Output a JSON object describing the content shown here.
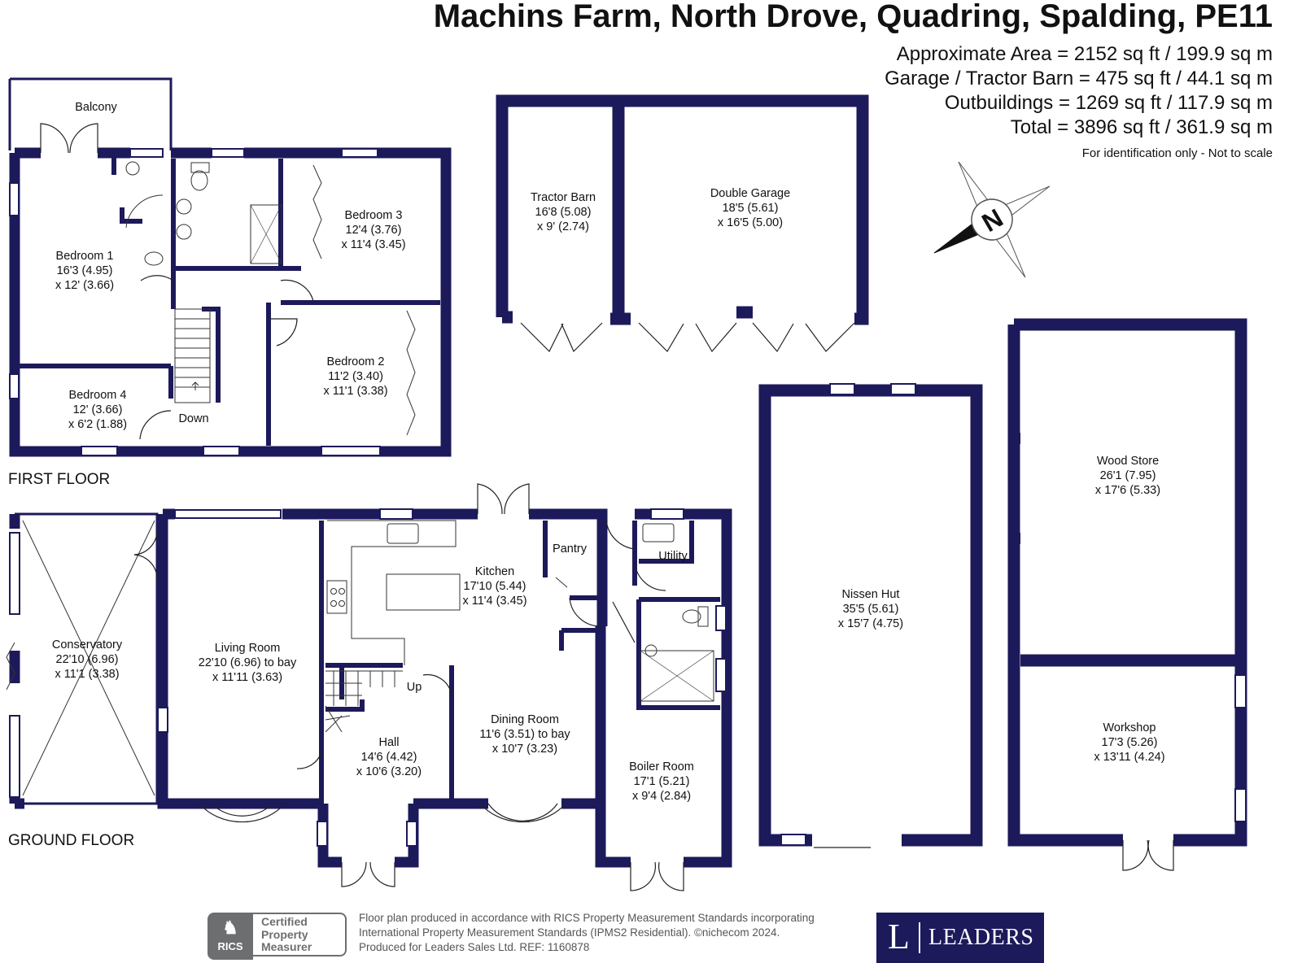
{
  "header": {
    "address": "Machins Farm, North Drove, Quadring, Spalding, PE11",
    "areas": [
      "Approximate Area = 2152 sq ft / 199.9 sq m",
      "Garage / Tractor Barn = 475 sq ft / 44.1 sq m",
      "Outbuildings = 1269 sq ft / 117.9 sq m",
      "Total = 3896 sq ft / 361.9 sq m"
    ],
    "note": "For identification only - Not to scale"
  },
  "compass": {
    "letter": "N"
  },
  "floors": {
    "first": "FIRST FLOOR",
    "ground": "GROUND FLOOR"
  },
  "rooms": {
    "balcony": {
      "name": "Balcony"
    },
    "bedroom1": {
      "name": "Bedroom 1",
      "dim1": "16'3 (4.95)",
      "dim2": "x 12' (3.66)"
    },
    "bedroom2": {
      "name": "Bedroom 2",
      "dim1": "11'2 (3.40)",
      "dim2": "x 11'1 (3.38)"
    },
    "bedroom3": {
      "name": "Bedroom 3",
      "dim1": "12'4 (3.76)",
      "dim2": "x 11'4 (3.45)"
    },
    "bedroom4": {
      "name": "Bedroom 4",
      "dim1": "12' (3.66)",
      "dim2": "x 6'2 (1.88)"
    },
    "down": {
      "name": "Down"
    },
    "up": {
      "name": "Up"
    },
    "tractor_barn": {
      "name": "Tractor Barn",
      "dim1": "16'8 (5.08)",
      "dim2": "x 9' (2.74)"
    },
    "double_garage": {
      "name": "Double Garage",
      "dim1": "18'5 (5.61)",
      "dim2": "x 16'5 (5.00)"
    },
    "conservatory": {
      "name": "Conservatory",
      "dim1": "22'10 (6.96)",
      "dim2": "x 11'1 (3.38)"
    },
    "living_room": {
      "name": "Living Room",
      "dim1": "22'10 (6.96) to bay",
      "dim2": "x 11'11 (3.63)"
    },
    "kitchen": {
      "name": "Kitchen",
      "dim1": "17'10 (5.44)",
      "dim2": "x 11'4 (3.45)"
    },
    "pantry": {
      "name": "Pantry"
    },
    "utility": {
      "name": "Utility"
    },
    "hall": {
      "name": "Hall",
      "dim1": "14'6 (4.42)",
      "dim2": "x 10'6 (3.20)"
    },
    "dining_room": {
      "name": "Dining Room",
      "dim1": "11'6 (3.51) to bay",
      "dim2": "x 10'7 (3.23)"
    },
    "boiler_room": {
      "name": "Boiler Room",
      "dim1": "17'1 (5.21)",
      "dim2": "x 9'4 (2.84)"
    },
    "nissen_hut": {
      "name": "Nissen Hut",
      "dim1": "35'5 (5.61)",
      "dim2": "x 15'7 (4.75)"
    },
    "wood_store": {
      "name": "Wood Store",
      "dim1": "26'1 (7.95)",
      "dim2": "x 17'6 (5.33)"
    },
    "workshop": {
      "name": "Workshop",
      "dim1": "17'3 (5.26)",
      "dim2": "x 13'11 (4.24)"
    }
  },
  "footer": {
    "rics_logo": "RICS",
    "rics_badge": [
      "Certified",
      "Property",
      "Measurer"
    ],
    "line1": "Floor plan produced in accordance with RICS Property Measurement Standards incorporating",
    "line2": "International Property Measurement Standards (IPMS2 Residential).  ©nichecom 2024.",
    "line3": "Produced for Leaders Sales Ltd.   REF:  1160878",
    "agent_initial": "L",
    "agent_name": "LEADERS"
  },
  "colors": {
    "wall": "#1c1a5a",
    "text": "#111111",
    "footer_grey": "#6d6e70"
  }
}
